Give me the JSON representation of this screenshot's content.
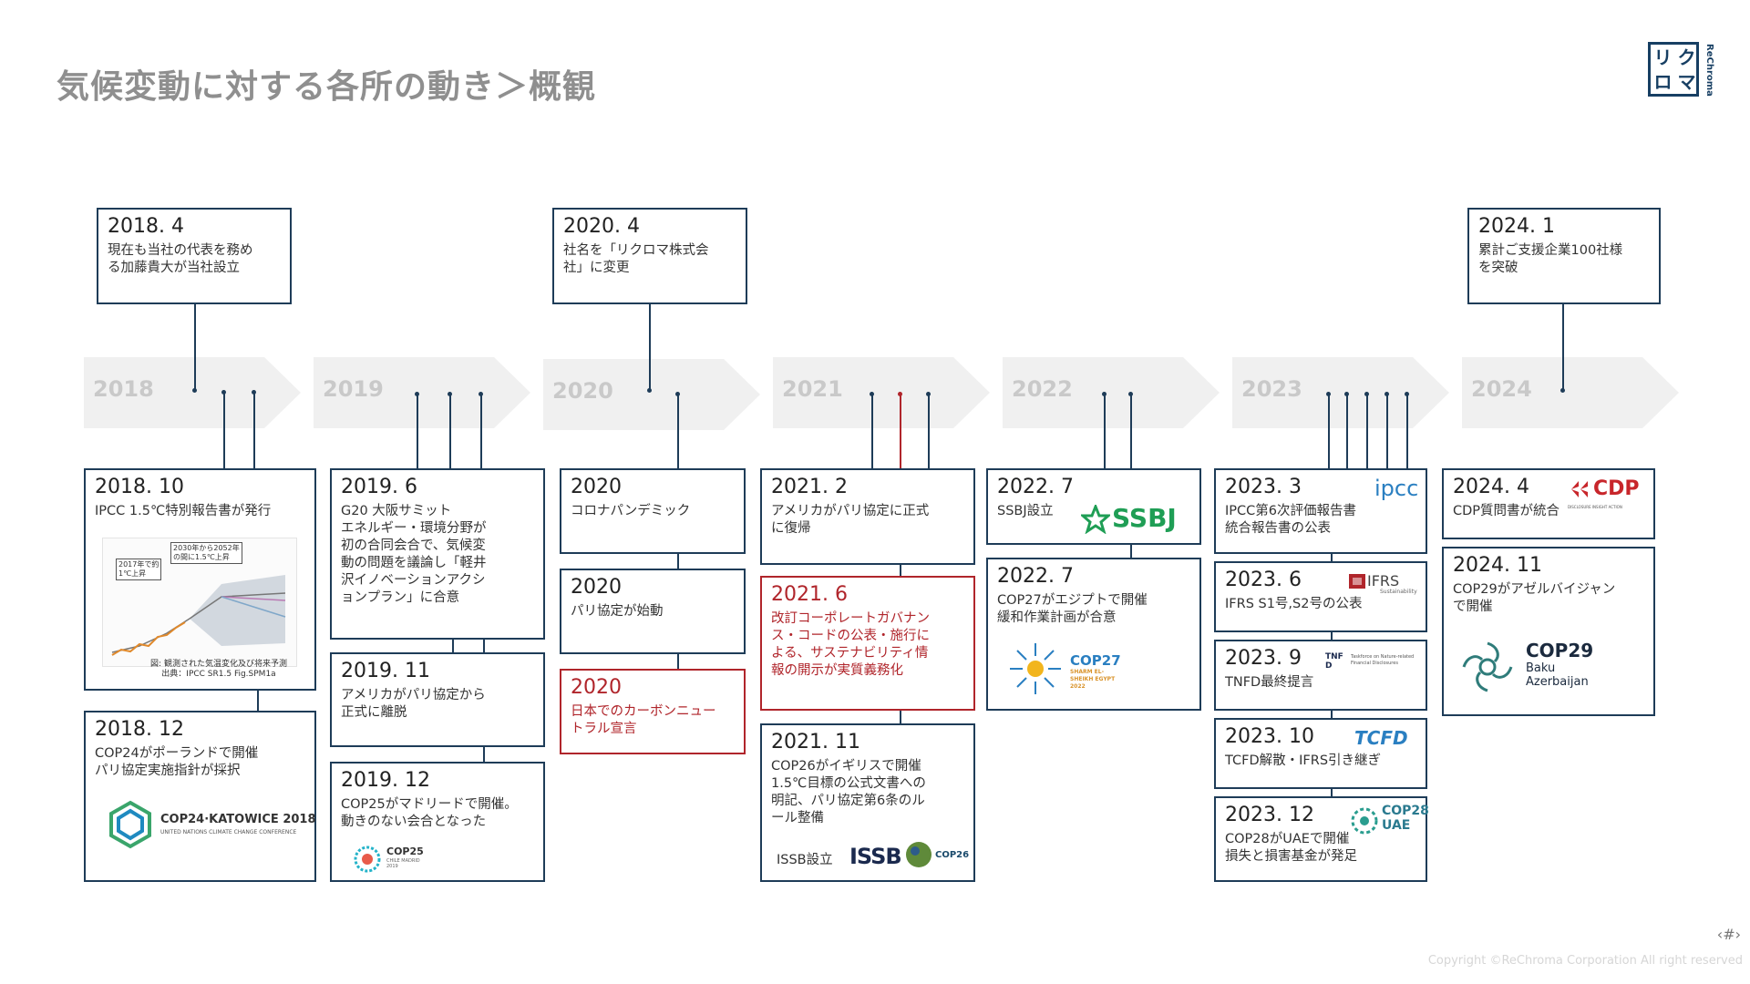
{
  "title": "気候変動に対する各所の動き＞概観",
  "logo": {
    "chars": [
      "リ",
      "ク",
      "ロ",
      "マ"
    ],
    "side_text": "ReChroma"
  },
  "years": [
    "2018",
    "2019",
    "2020",
    "2021",
    "2022",
    "2023",
    "2024"
  ],
  "top_events": [
    {
      "date": "2018. 4",
      "text": "現在も当社の代表を務め\nる加藤貴大が当社設立"
    },
    {
      "date": "2020. 4",
      "text": "社名を「リクロマ株式会\n社」に変更"
    },
    {
      "date": "2024. 1",
      "text": "累計ご支援企業100社様\nを突破"
    }
  ],
  "events": [
    {
      "date": "2018. 10",
      "text": "IPCC 1.5℃特別報告書が発行",
      "caption": "図: 観測された気温変化及び将来予測\n出典：IPCC SR1.5 Fig.SPM1a",
      "chart_labels": [
        "2017年で約\n1℃上昇",
        "2030年から2052年\nの間に1.5℃上昇"
      ]
    },
    {
      "date": "2018. 12",
      "text": "COP24がポーランドで開催\nパリ協定実施指針が採択",
      "logo": "COP24·KATOWICE 2018",
      "logo_sub": "UNITED NATIONS CLIMATE CHANGE CONFERENCE"
    },
    {
      "date": "2019. 6",
      "text": "G20 大阪サミット\nエネルギー・環境分野が\n初の合同会合で、気候変\n動の問題を議論し「軽井\n沢イノベーションアクシ\nョンプラン」に合意"
    },
    {
      "date": "2019. 11",
      "text": "アメリカがパリ協定から\n正式に離脱"
    },
    {
      "date": "2019. 12",
      "text": "COP25がマドリードで開催。\n動きのない会合となった",
      "logo": "COP25",
      "logo_sub": "CHILE MADRID 2019"
    },
    {
      "date": "2020",
      "text": "コロナパンデミック"
    },
    {
      "date": "2020",
      "text": "パリ協定が始動"
    },
    {
      "date": "2020",
      "text": "日本でのカーボンニュー\nトラル宣言",
      "red": true
    },
    {
      "date": "2021. 2",
      "text": "アメリカがパリ協定に正式\nに復帰"
    },
    {
      "date": "2021. 6",
      "text": "改訂コーポレートガバナン\nス・コードの公表・施行に\nよる、サステナビリティ情\n報の開示が実質義務化",
      "red": true
    },
    {
      "date": "2021. 11",
      "text": "COP26がイギリスで開催\n1.5℃目標の公式文書への\n明記、パリ協定第6条のル\nール整備",
      "extra": "ISSB設立",
      "logo": "ISSB",
      "logo2": "COP26"
    },
    {
      "date": "2022. 7",
      "text": "SSBJ設立",
      "logo": "SSBJ"
    },
    {
      "date": "2022. 7",
      "text": "COP27がエジプトで開催\n緩和作業計画が合意",
      "logo": "COP27",
      "logo_sub": "SHARM EL-SHEIKH EGYPT 2022"
    },
    {
      "date": "2023. 3",
      "text": "IPCC第6次評価報告書\n統合報告書の公表",
      "logo": "ipcc"
    },
    {
      "date": "2023. 6",
      "text": "IFRS S1号,S2号の公表",
      "logo": "IFRS",
      "logo_sub": "Sustainability"
    },
    {
      "date": "2023. 9",
      "text": "TNFD最終提言",
      "logo": "TNFD",
      "logo_sub": "Taskforce on Nature-related Financial Disclosures"
    },
    {
      "date": "2023. 10",
      "text": "TCFD解散・IFRS引き継ぎ",
      "logo": "TCFD"
    },
    {
      "date": "2023. 12",
      "text": "COP28がUAEで開催\n損失と損害基金が発足",
      "logo": "COP28 UAE"
    },
    {
      "date": "2024. 4",
      "text": "CDP質問書が統合",
      "logo": "CDP",
      "logo_sub": "DISCLOSURE INSIGHT ACTION"
    },
    {
      "date": "2024. 11",
      "text": "COP29がアゼルバイジャン\nで開催",
      "logo": "COP29",
      "logo_sub": "Baku\nAzerbaijan"
    }
  ],
  "footer": {
    "page": "‹#›",
    "copyright": "Copyright ©ReChroma Corporation All right reserved"
  },
  "colors": {
    "border": "#1e3c58",
    "highlight": "#b0252b",
    "arrow": "#f0f0f0",
    "year_text": "#c9c9c9"
  }
}
